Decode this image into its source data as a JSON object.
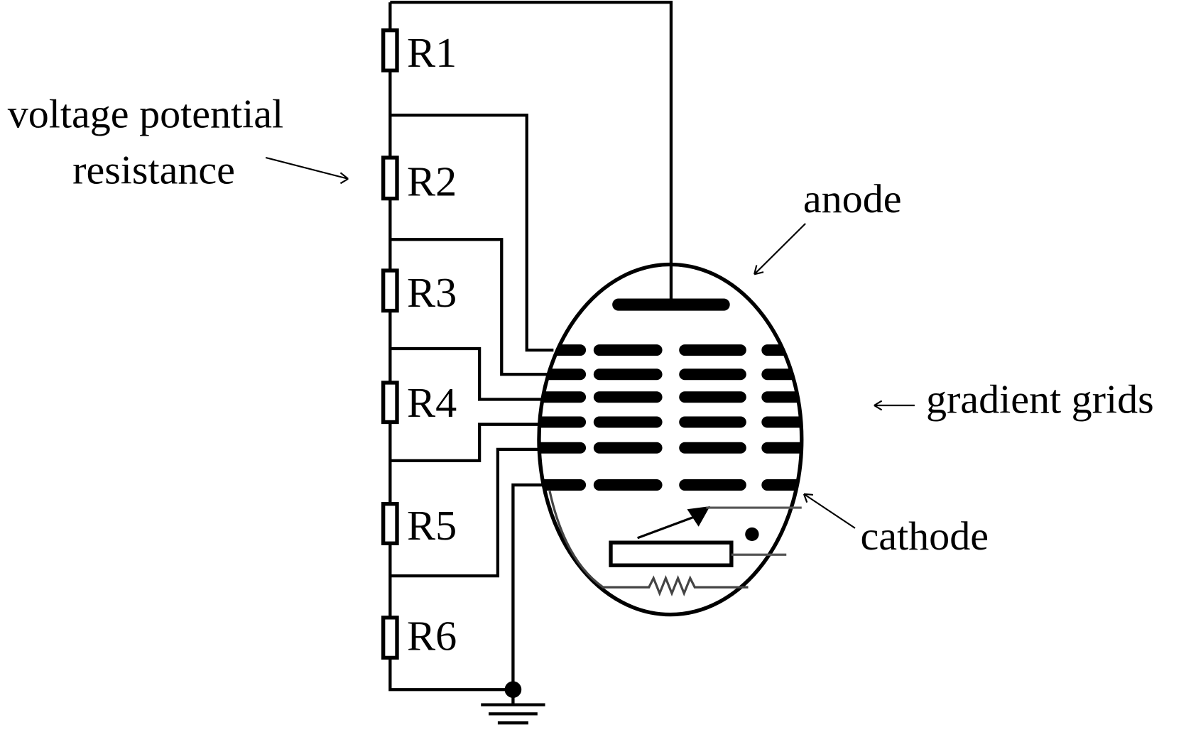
{
  "resistors": [
    "R1",
    "R2",
    "R3",
    "R4",
    "R5",
    "R6"
  ],
  "labels": {
    "voltage_line1": "voltage potential",
    "voltage_line2": "resistance",
    "anode": "anode",
    "gradient_grids": "gradient grids",
    "cathode": "cathode"
  }
}
